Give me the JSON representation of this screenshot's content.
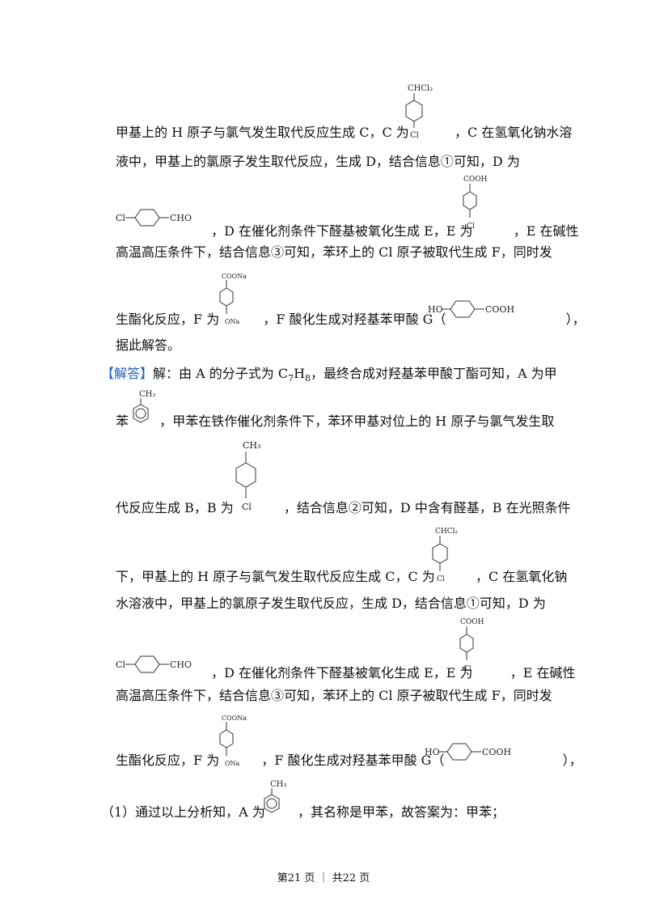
{
  "struct_labels": {
    "chcl2": "CHCl₂",
    "cl": "Cl",
    "cooh": "COOH",
    "coona": "COONa",
    "ona": "ONa",
    "cho": "CHO",
    "ch3": "CH₃",
    "ho": "HO",
    "cooh_para": "COOH"
  },
  "lines": {
    "l1a": "甲基上的 H 原子与氯气发生取代反应生成 C，C 为",
    "l1b": "，C 在氢氧化钠水溶",
    "l2": "液中，甲基上的氯原子发生取代反应，生成 D，结合信息①可知，D 为",
    "l3a": "，D 在催化剂条件下醛基被氧化生成 E，E 为",
    "l3b": "，E 在碱性",
    "l4": "高温高压条件下，结合信息③可知，苯环上的 Cl 原子被取代生成 F，同时发",
    "l5a": "生酯化反应，F 为",
    "l5b": "，F 酸化生成对羟基苯甲酸 G（",
    "l5c": "），",
    "l6": "据此解答。",
    "l7tag": "【解答】",
    "l7a": "解：由 A 的分子式为 C",
    "l7sub1": "7",
    "l7b": "H",
    "l7sub2": "8",
    "l7c": "，最终合成对羟基苯甲酸丁酯可知，A 为甲",
    "l8a": "苯",
    "l8b": "，甲苯在铁作催化剂条件下，苯环甲基对位上的 H 原子与氯气发生取",
    "l9a": "代反应生成 B，B 为",
    "l9b": "，结合信息②可知，D 中含有醛基，B 在光照条件",
    "l10a": "下，甲基上的 H 原子与氯气发生取代反应生成 C，C 为",
    "l10b": "，C 在氢氧化钠",
    "l11": "水溶液中，甲基上的氯原子发生取代反应，生成 D，结合信息①可知，D 为",
    "l12a": "，D 在催化剂条件下醛基被氧化生成 E，E 为",
    "l12b": "，E 在碱性",
    "l13": "高温高压条件下，结合信息③可知，苯环上的 Cl 原子被取代生成 F，同时发",
    "l14a": "生酯化反应，F 为",
    "l14b": "，F 酸化生成对羟基苯甲酸 G（",
    "l14c": "），",
    "l15a": "（1）通过以上分析知，A 为",
    "l15b": "，其名称是甲苯，故答案为：甲苯；"
  },
  "footer": "第21 页 ｜ 共22 页"
}
